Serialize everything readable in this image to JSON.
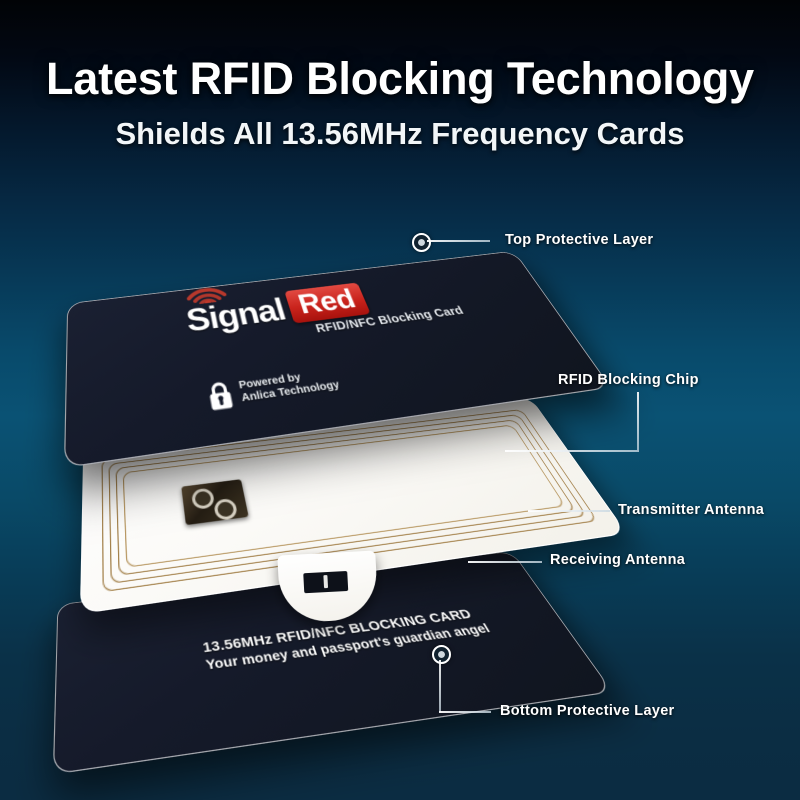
{
  "headings": {
    "title": "Latest RFID Blocking Technology",
    "subtitle": "Shields All 13.56MHz Frequency Cards"
  },
  "colors": {
    "background_top": "#010306",
    "background_mid": "#0a5274",
    "background_bottom": "#0b2c42",
    "brand_red": "#c9231c",
    "card_dark": "#151a2a",
    "card_white": "#ffffff",
    "antenna_gold": "#9a7438",
    "label_white": "#ffffff"
  },
  "top_card": {
    "brand_name": "Signal",
    "brand_badge": "Red",
    "brand_subtitle": "RFID/NFC Blocking Card",
    "powered_line1": "Powered by",
    "powered_line2": "Anlica Technology",
    "wifi_icon": "wifi-signal-icon",
    "lock_icon": "lock-icon"
  },
  "middle_layer": {
    "description": "RFID antenna coil with blocking chip module",
    "chip_icon": "rfid-chip-icon"
  },
  "bottom_card": {
    "line1": "13.56MHz RFID/NFC BLOCKING CARD",
    "line2": "Your money and passport's guardian angel"
  },
  "callouts": [
    {
      "id": "top-protective-layer",
      "label": "Top Protective Layer"
    },
    {
      "id": "rfid-blocking-chip",
      "label": "RFID Blocking Chip"
    },
    {
      "id": "transmitter-antenna",
      "label": "Transmitter Antenna"
    },
    {
      "id": "receiving-antenna",
      "label": "Receiving Antenna"
    },
    {
      "id": "bottom-protective-layer",
      "label": "Bottom Protective Layer"
    }
  ]
}
